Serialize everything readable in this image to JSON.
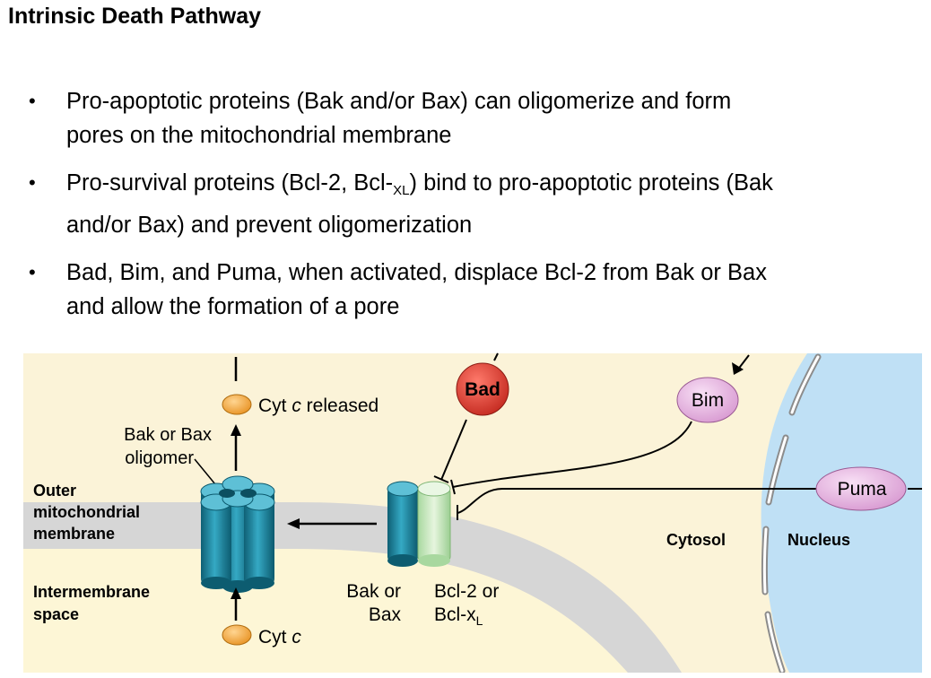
{
  "slide": {
    "title": "Intrinsic Death Pathway",
    "bullets": [
      {
        "pre": "Pro-apoptotic proteins (Bak and/or Bax) can oligomerize and form",
        "cont": "pores on the mitochondrial membrane"
      },
      {
        "pre": "Pro-survival proteins (Bcl-2, Bcl-",
        "sub": "XL",
        "post": ") bind to pro-apoptotic proteins (Bak",
        "cont": "and/or Bax) and prevent oligomerization"
      },
      {
        "pre": "Bad, Bim, and Puma, when activated, displace Bcl-2 from Bak or Bax",
        "cont": "and allow the formation of a pore"
      }
    ],
    "bullet_glyph": "•"
  },
  "diagram": {
    "labels": {
      "cyt_c_released_main": "Cyt ",
      "cyt_c_released_c": "c",
      "cyt_c_released_rest": " released",
      "oligomer_line1": "Bak or Bax",
      "oligomer_line2": "oligomer",
      "outer_membrane_1": "Outer",
      "outer_membrane_2": "mitochondrial",
      "outer_membrane_3": "membrane",
      "intermembrane_1": "Intermembrane",
      "intermembrane_2": "space",
      "bak_bax_1": "Bak or",
      "bak_bax_2": "Bax",
      "bcl2_1": "Bcl-2 or",
      "bcl2_2": "Bcl-x",
      "bcl2_2_sub": "L",
      "cyt_c_main": "Cyt ",
      "cyt_c_c": "c",
      "cytosol": "Cytosol",
      "nucleus": "Nucleus",
      "bad": "Bad",
      "bim": "Bim",
      "puma": "Puma"
    },
    "colors": {
      "cytosol_bg": "#fbf3d8",
      "nucleus_bg": "#bfe0f5",
      "membrane": "#d6d6d6",
      "intermembrane": "#fdf6d6",
      "bak_barrel": "#1f8aa3",
      "bcl2_barrel": "#cce9c3",
      "cyt_c": "#f2a93b",
      "bad": "#d9342b",
      "bim": "#e9b4e3",
      "puma": "#e9b4e3"
    }
  }
}
